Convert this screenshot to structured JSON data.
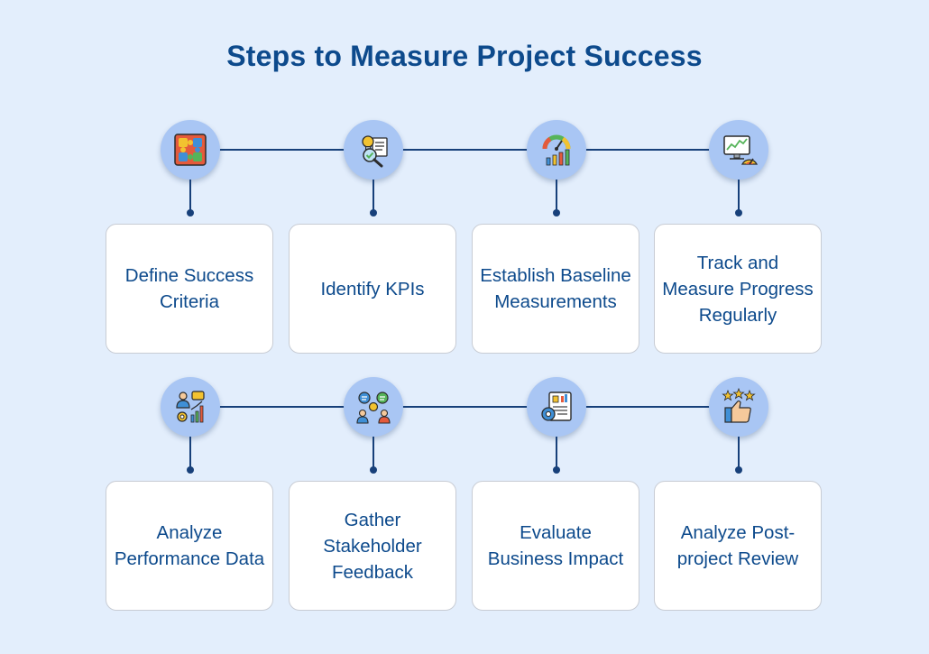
{
  "title": "Steps to Measure Project Success",
  "rows": [
    {
      "steps": [
        {
          "label": "Define Success Criteria",
          "icon": "puzzle-grid-icon"
        },
        {
          "label": "Identify KPIs",
          "icon": "lightbulb-magnifier-icon"
        },
        {
          "label": "Establish Baseline Measurements",
          "icon": "gauge-bar-chart-icon"
        },
        {
          "label": "Track and Measure Progress Regularly",
          "icon": "monitor-speedometer-icon"
        }
      ]
    },
    {
      "steps": [
        {
          "label": "Analyze Performance Data",
          "icon": "analyst-chart-gear-icon"
        },
        {
          "label": "Gather Stakeholder Feedback",
          "icon": "stakeholder-chat-icon"
        },
        {
          "label": "Evaluate Business Impact",
          "icon": "business-report-gear-icon"
        },
        {
          "label": "Analyze Post-project Review",
          "icon": "thumbs-up-stars-icon"
        }
      ]
    }
  ],
  "colors": {
    "background": "#e3eefc",
    "title": "#0d4a8c",
    "node": "#a9c6f4",
    "connector": "#17407a",
    "card_border": "#c8ccd4"
  }
}
